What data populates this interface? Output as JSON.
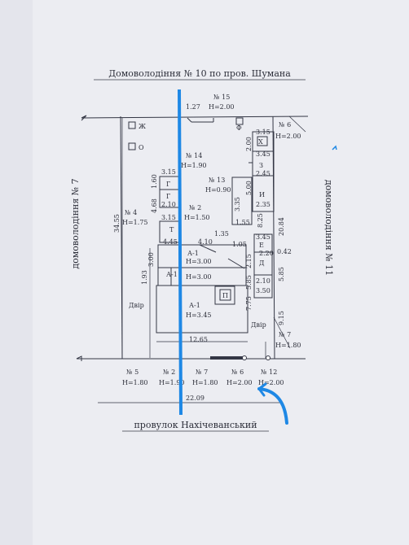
{
  "title_top": "Домоволодіння № 10 по пров. Шумана",
  "title_bottom": "провулок Нахічеванський",
  "side_left": "домоволодіння № 7",
  "side_right": "домоволодіння № 11",
  "labels": {
    "n15": "№ 15",
    "h15": "Н=2.00",
    "d127": "1.27",
    "n6top": "№ 6",
    "h6top": "Н=2.00",
    "zh": "Ж",
    "o": "О",
    "f": "Ф",
    "n14": "№ 14",
    "h14": "Н=1.90",
    "n13": "№ 13",
    "h13": "Н=0.90",
    "n4": "№ 4",
    "h4": "Н=1.75",
    "n2": "№ 2",
    "h2": "Н=1.50",
    "r315a": "3.15",
    "r160": "1.60",
    "r468": "4.68",
    "g1": "Г",
    "g2": "Г",
    "r210": "2.10",
    "r315b": "3.15",
    "t": "Т",
    "r445": "4.45",
    "r410": "4.10",
    "r135": "1.35",
    "r105": "1.05",
    "r335": "3.35",
    "r155": "1.55",
    "x": "Х",
    "r315c": "3.15",
    "r200": "2.00",
    "r345a": "3.45",
    "z": "З",
    "r245": "2.45",
    "r500": "5.00",
    "i": "И",
    "r235": "2.35",
    "r825": "8.25",
    "r2084": "20.84",
    "r345b": "3.45",
    "e": "Е",
    "r220": "2.20",
    "r042": "0.42",
    "d": "Д",
    "r215": "2.15",
    "r210b": "2.10",
    "r350": "3.50",
    "r585a": "5.85",
    "r585b": "5.85",
    "r3455": "34.55",
    "r300": "3.00",
    "r193": "1.93",
    "a1top": "А-1",
    "h3top": "Н=3.00",
    "a1mid": "А-1",
    "h3mid": "Н=3.00",
    "p": "П",
    "a1": "А-1",
    "h345": "Н=3.45",
    "dvir1": "Двір",
    "dvir2": "Двір",
    "r775": "7.75",
    "r915": "9.15",
    "n7r": "№ 7",
    "h180r": "Н=1.80",
    "r1265": "12.65",
    "n5": "№ 5",
    "h5": "Н=1.80",
    "n2b": "№ 2",
    "h2b": "Н=1.90",
    "n7b": "№ 7",
    "h7b": "Н=1.80",
    "n6b": "№ 6",
    "h6b": "Н=2.00",
    "n12": "№ 12",
    "h12": "Н=2.00",
    "r2209": "22.09"
  }
}
